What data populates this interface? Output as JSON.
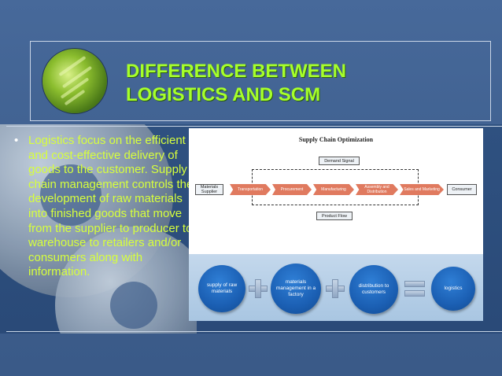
{
  "slide": {
    "title_line1": "DIFFERENCE BETWEEN",
    "title_line2": "LOGISTICS AND SCM",
    "title_color": "#a6ff2a",
    "bullet_color": "#d7ff3c",
    "background_color": "#3f6190",
    "logo_icon": "green-gear-photo-icon",
    "bullets": [
      "Logistics focus on the efficient and cost-effective delivery of goods to the customer. Supply chain management controls the development of raw materials into finished goods that move from the supplier to producer to warehouse to retailers and/or consumers along with information."
    ]
  },
  "figure": {
    "title": "Supply Chain Optimization",
    "demand_signal": "Demand Signal",
    "product_flow": "Product Flow",
    "left_box": "Materials Supplier",
    "right_box": "Consumer",
    "steps": [
      "Transportation",
      "Procurement",
      "Manufacturing",
      "Assembly and Distribution",
      "Sales and Marketing"
    ],
    "bubbles": [
      "supply of raw materials",
      "materials management in a factory",
      "distribution to customers",
      "logistics"
    ]
  }
}
